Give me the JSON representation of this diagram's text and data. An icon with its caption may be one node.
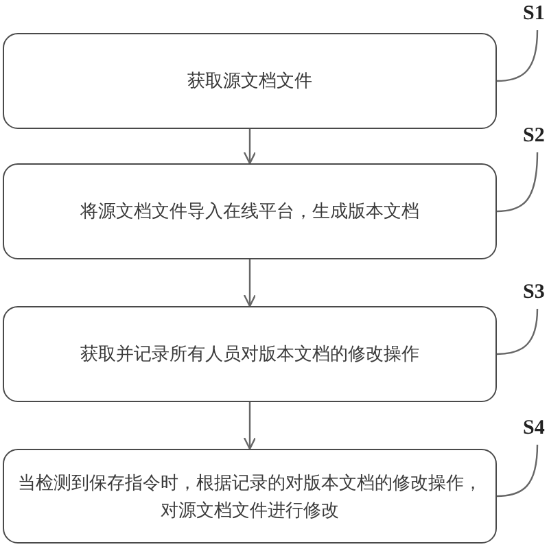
{
  "diagram": {
    "nodes": [
      {
        "text": [
          "S1"
        ]
      },
      {
        "text": [
          "获取源文档文件"
        ]
      },
      {
        "text": [
          "S2"
        ]
      },
      {
        "text": [
          "将源文档文件导入在线平台，生成版本文档"
        ]
      },
      {
        "text": [
          "S3"
        ]
      },
      {
        "text": [
          "获取并记录所有人员对版本文档的修改操作"
        ]
      },
      {
        "text": [
          "S4"
        ]
      },
      {
        "text": [
          "当检测到保存指令时，根据记录的对版本文档的修改操作，对源文档文件进行修改"
        ]
      }
    ],
    "edges": [
      {
        "from": 0,
        "to": 1,
        "arrow": "none"
      },
      {
        "from": 1,
        "to": 3,
        "arrow": "to"
      },
      {
        "from": 2,
        "to": 3,
        "arrow": "none"
      },
      {
        "from": 3,
        "to": 5,
        "arrow": "to"
      },
      {
        "from": 4,
        "to": 5,
        "arrow": "none"
      },
      {
        "from": 5,
        "to": 7,
        "arrow": "to"
      },
      {
        "from": 6,
        "to": 7,
        "arrow": "none"
      }
    ]
  }
}
